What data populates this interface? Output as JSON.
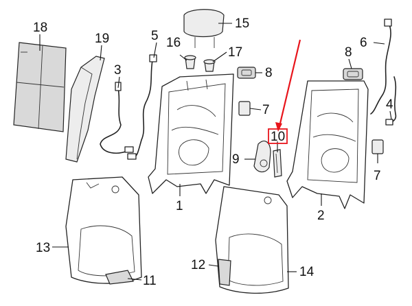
{
  "colors": {
    "highlight": "#e8141b",
    "line": "#222222",
    "shade": "#d9d9d9"
  },
  "callouts": {
    "c1": "1",
    "c2": "2",
    "c3": "3",
    "c4": "4",
    "c5": "5",
    "c6": "6",
    "c7a": "7",
    "c7b": "7",
    "c8a": "8",
    "c8b": "8",
    "c9": "9",
    "c10": "10",
    "c11": "11",
    "c12": "12",
    "c13": "13",
    "c14": "14",
    "c15": "15",
    "c16": "16",
    "c17": "17",
    "c18": "18",
    "c19": "19"
  },
  "highlighted_callout": "10"
}
